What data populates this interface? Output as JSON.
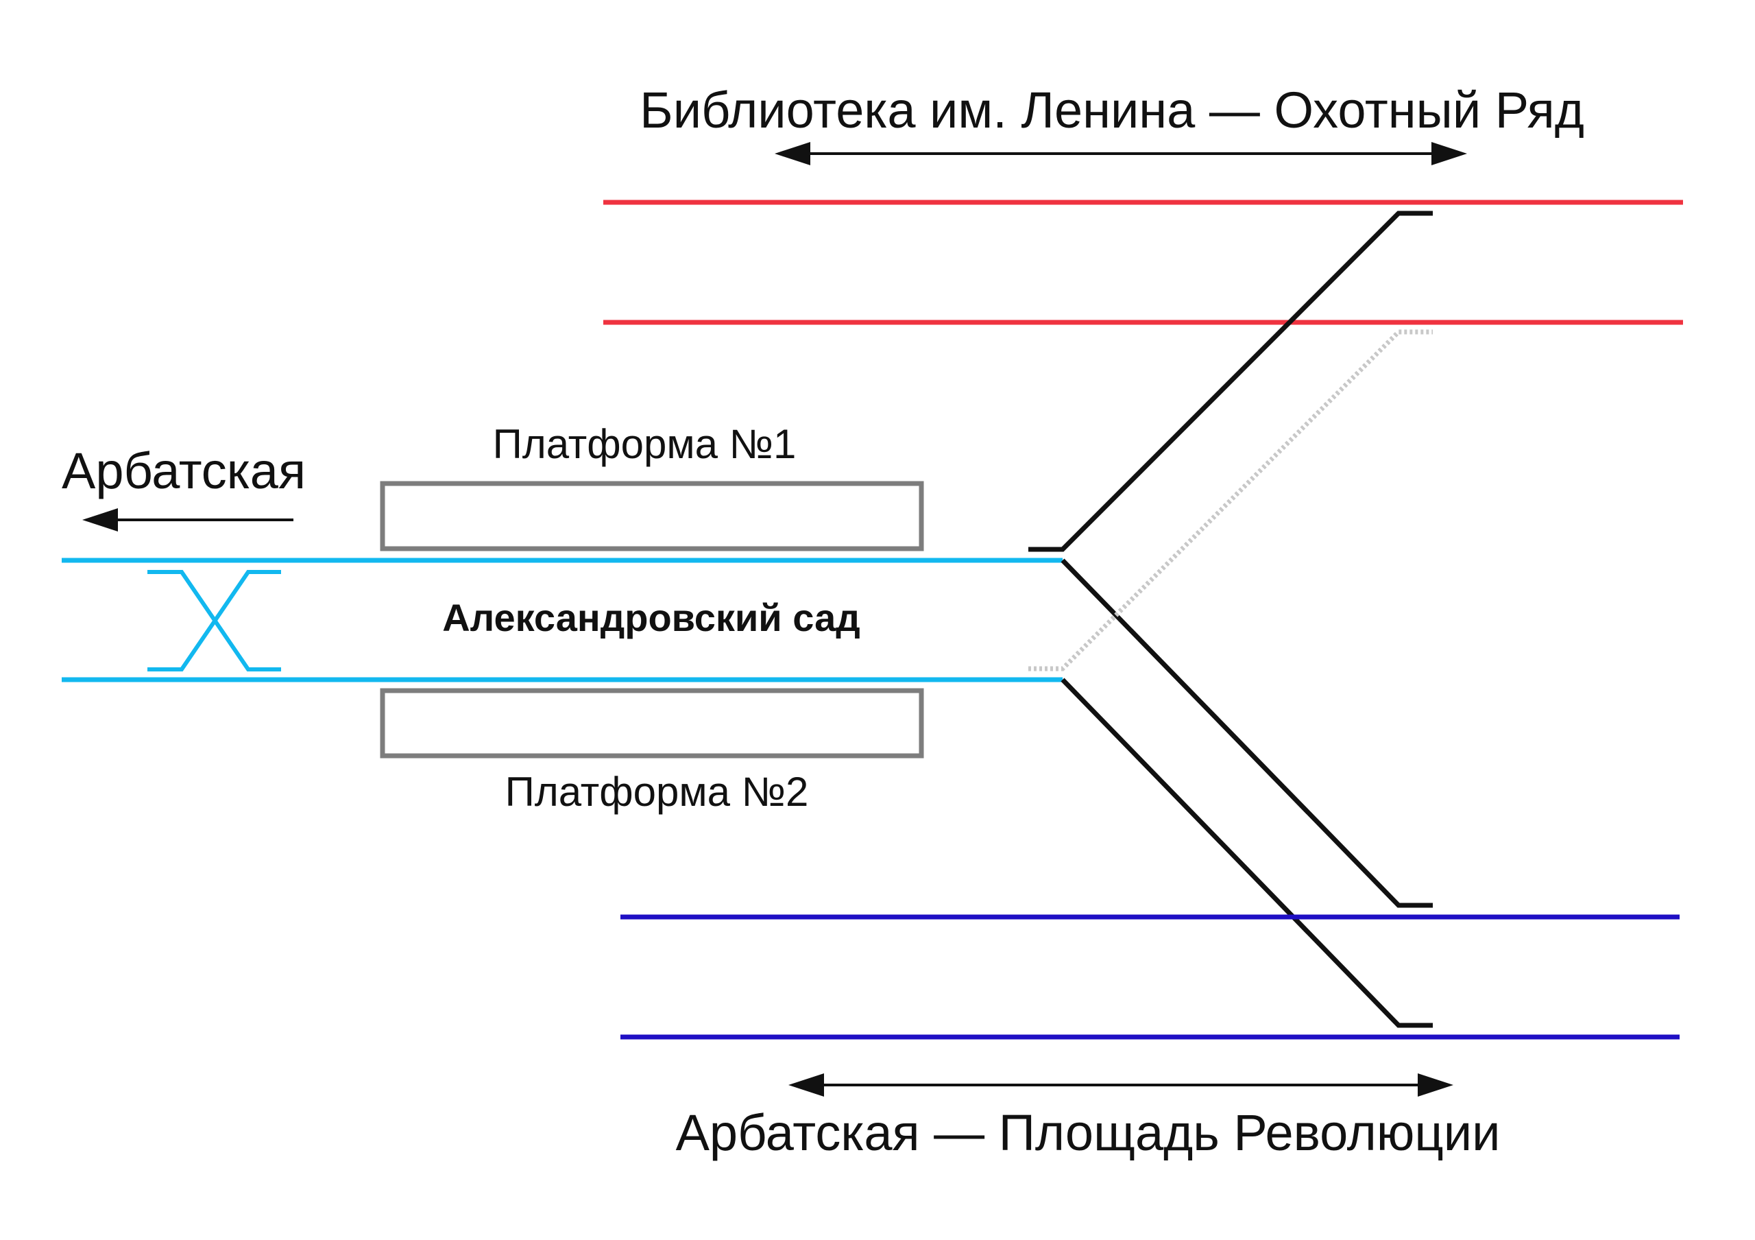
{
  "labels": {
    "top_span": "Библиотека им. Ленина — Охотный Ряд",
    "bottom_span": "Арбатская — Площадь Революции",
    "left_direction": "Арбатская",
    "station": "Александровский сад",
    "platform_1": "Платформа №1",
    "platform_2": "Платформа №2"
  },
  "colors": {
    "red_line": "#ef3340",
    "blue_line": "#1f0fc4",
    "cyan_line": "#12b8ef",
    "connector": "#111111",
    "unused_connector": "#c8c8c8",
    "platform": "#7d7d7d"
  }
}
